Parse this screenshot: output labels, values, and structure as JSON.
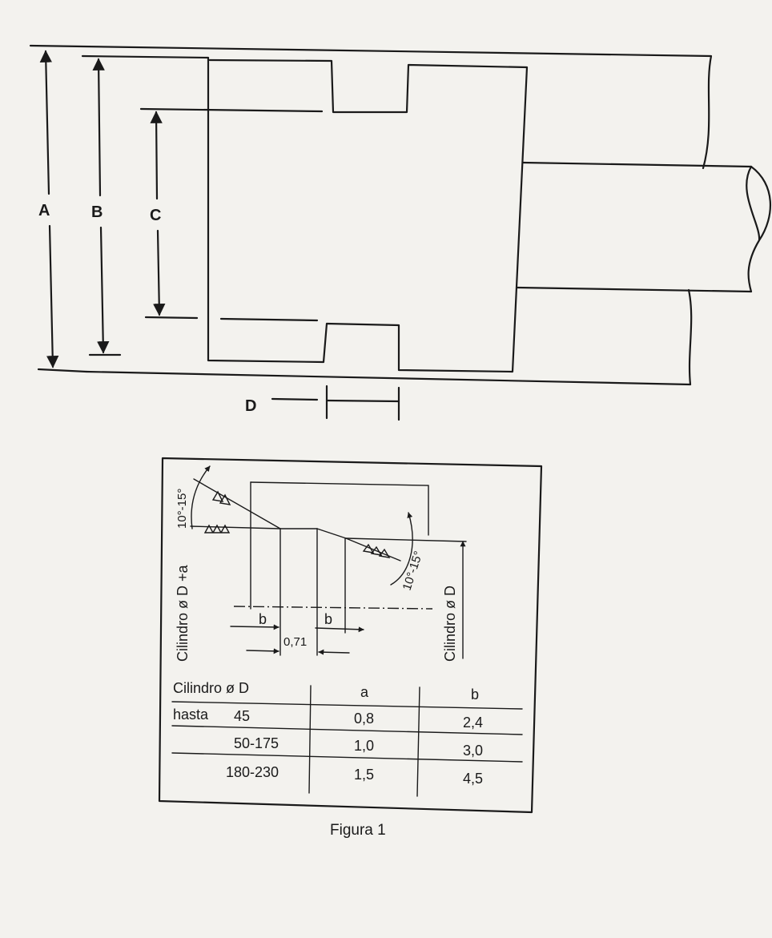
{
  "dimensions": {
    "a_label": "A",
    "b_label": "B",
    "c_label": "C",
    "d_label": "D"
  },
  "detail": {
    "angle_left": "10°-15°",
    "angle_right": "10°-15°",
    "label_left": "Cilindro ø D +a",
    "label_right": "Cilindro ø D",
    "b_left": "b",
    "b_right": "b",
    "gap_value": "0,71"
  },
  "table": {
    "header": [
      "Cilindro ø D",
      "a",
      "b"
    ],
    "rows": [
      {
        "range_prefix": "hasta",
        "range": "45",
        "a": "0,8",
        "b": "2,4"
      },
      {
        "range_prefix": "",
        "range": "50-175",
        "a": "1,0",
        "b": "3,0"
      },
      {
        "range_prefix": "",
        "range": "180-230",
        "a": "1,5",
        "b": "4,5"
      }
    ]
  },
  "caption": "Figura 1"
}
